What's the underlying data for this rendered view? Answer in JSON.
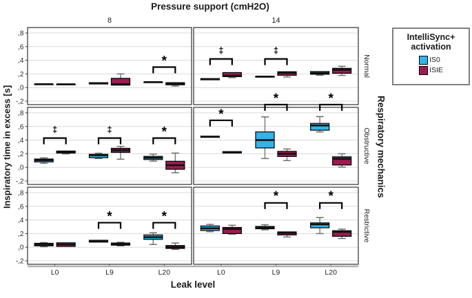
{
  "figure": {
    "title": "Pressure support (cmH2O)",
    "xlabel": "Leak level",
    "ylabel": "Inspiratory time in excess [s]",
    "row_axis_title": "Respiratory mechanics"
  },
  "legend": {
    "title_line1": "IntelliSync+",
    "title_line2": "activation",
    "items": [
      {
        "label": "IS0",
        "color": "#33B3E8"
      },
      {
        "label": "ISIE",
        "color": "#9C1B50"
      }
    ]
  },
  "chart_data": {
    "type": "grouped_boxplot_facets",
    "title": "Pressure support (cmH2O)",
    "xlabel": "Leak level",
    "ylabel": "Inspiratory time in excess [s]",
    "facet_cols": [
      "8",
      "14"
    ],
    "facet_rows": [
      "Normal",
      "Obstructive",
      "Restrictive"
    ],
    "row_axis_title": "Respiratory mechanics",
    "categories": [
      "L0",
      "L9",
      "L20"
    ],
    "series": [
      "IS0",
      "ISIE"
    ],
    "series_colors": [
      "#33B3E8",
      "#9C1B50"
    ],
    "ytick_labels": [
      ",8",
      ",6",
      ",4",
      ",2",
      ",0",
      "-,2"
    ],
    "ytick_values": [
      0.8,
      0.6,
      0.4,
      0.2,
      0.0,
      -0.2
    ],
    "ylim": [
      -0.25,
      0.88
    ],
    "grid": true,
    "legend_position": "right",
    "box_format": [
      "whisker_low",
      "q1",
      "median",
      "q3",
      "whisker_high"
    ],
    "panels": [
      {
        "row": "Normal",
        "col": "8",
        "boxes": {
          "IS0": [
            [
              0.05,
              0.05,
              0.05,
              0.05,
              0.05
            ],
            [
              0.05,
              0.052,
              0.062,
              0.072,
              0.075
            ],
            [
              0.08,
              0.08,
              0.08,
              0.08,
              0.08
            ]
          ],
          "ISIE": [
            [
              0.048,
              0.048,
              0.048,
              0.048,
              0.048
            ],
            [
              0.03,
              0.035,
              0.05,
              0.135,
              0.2
            ],
            [
              0.022,
              0.04,
              0.06,
              0.072,
              0.075
            ]
          ]
        },
        "significance": [
          {
            "category": "L20",
            "symbol": "*",
            "bracket_y": 0.3,
            "symbol_y": 0.42
          }
        ]
      },
      {
        "row": "Normal",
        "col": "14",
        "boxes": {
          "IS0": [
            [
              0.105,
              0.113,
              0.122,
              0.132,
              0.135
            ],
            [
              0.148,
              0.152,
              0.16,
              0.168,
              0.17
            ],
            [
              0.18,
              0.195,
              0.212,
              0.235,
              0.238
            ]
          ],
          "ISIE": [
            [
              0.145,
              0.16,
              0.175,
              0.22,
              0.225
            ],
            [
              0.155,
              0.18,
              0.215,
              0.232,
              0.235
            ],
            [
              0.178,
              0.21,
              0.26,
              0.282,
              0.312
            ]
          ]
        },
        "significance": [
          {
            "category": "L0",
            "symbol": "‡",
            "bracket_y": 0.42,
            "symbol_y": 0.54
          },
          {
            "category": "L9",
            "symbol": "‡",
            "bracket_y": 0.42,
            "symbol_y": 0.54
          }
        ]
      },
      {
        "row": "Obstructive",
        "col": "8",
        "boxes": {
          "IS0": [
            [
              0.06,
              0.08,
              0.105,
              0.123,
              0.14
            ],
            [
              0.13,
              0.142,
              0.178,
              0.192,
              0.208
            ],
            [
              0.092,
              0.115,
              0.14,
              0.162,
              0.195
            ]
          ],
          "ISIE": [
            [
              0.198,
              0.21,
              0.222,
              0.24,
              0.248
            ],
            [
              0.12,
              0.22,
              0.252,
              0.28,
              0.308
            ],
            [
              -0.078,
              -0.028,
              0.032,
              0.09,
              0.21
            ]
          ]
        },
        "significance": [
          {
            "category": "L0",
            "symbol": "‡",
            "bracket_y": 0.43,
            "symbol_y": 0.55
          },
          {
            "category": "L9",
            "symbol": "‡",
            "bracket_y": 0.43,
            "symbol_y": 0.55
          },
          {
            "category": "L20",
            "symbol": "*",
            "bracket_y": 0.43,
            "symbol_y": 0.55
          }
        ]
      },
      {
        "row": "Obstructive",
        "col": "14",
        "boxes": {
          "IS0": [
            [
              0.435,
              0.44,
              0.45,
              0.458,
              0.462
            ],
            [
              0.13,
              0.285,
              0.4,
              0.52,
              0.74
            ],
            [
              0.52,
              0.545,
              0.615,
              0.645,
              0.745
            ]
          ],
          "ISIE": [
            [
              0.205,
              0.21,
              0.22,
              0.232,
              0.238
            ],
            [
              0.1,
              0.16,
              0.2,
              0.235,
              0.27
            ],
            [
              0.005,
              0.035,
              0.125,
              0.155,
              0.2
            ]
          ]
        },
        "significance": [
          {
            "category": "L0",
            "symbol": "*",
            "bracket_y": 0.69,
            "symbol_y": 0.81
          },
          {
            "category": "L9",
            "symbol": "*",
            "bracket_y": 0.92,
            "symbol_y": 1.04
          },
          {
            "category": "L20",
            "symbol": "*",
            "bracket_y": 0.92,
            "symbol_y": 1.04
          }
        ]
      },
      {
        "row": "Restrictive",
        "col": "8",
        "boxes": {
          "IS0": [
            [
              0.008,
              0.02,
              0.038,
              0.058,
              0.068
            ],
            [
              0.068,
              0.075,
              0.09,
              0.102,
              0.108
            ],
            [
              0.04,
              0.115,
              0.148,
              0.18,
              0.212
            ]
          ],
          "ISIE": [
            [
              0.005,
              0.012,
              0.04,
              0.065,
              0.072
            ],
            [
              0.02,
              0.03,
              0.048,
              0.062,
              0.072
            ],
            [
              -0.032,
              -0.018,
              0.002,
              0.025,
              0.062
            ]
          ]
        },
        "significance": [
          {
            "category": "L9",
            "symbol": "*",
            "bracket_y": 0.36,
            "symbol_y": 0.48
          },
          {
            "category": "L20",
            "symbol": "*",
            "bracket_y": 0.36,
            "symbol_y": 0.48
          }
        ]
      },
      {
        "row": "Restrictive",
        "col": "14",
        "boxes": {
          "IS0": [
            [
              0.228,
              0.245,
              0.278,
              0.312,
              0.335
            ],
            [
              0.255,
              0.27,
              0.285,
              0.305,
              0.33
            ],
            [
              0.2,
              0.285,
              0.335,
              0.357,
              0.435
            ]
          ],
          "ISIE": [
            [
              0.19,
              0.2,
              0.268,
              0.29,
              0.322
            ],
            [
              0.15,
              0.18,
              0.21,
              0.225,
              0.228
            ],
            [
              0.128,
              0.16,
              0.225,
              0.242,
              0.265
            ]
          ]
        },
        "significance": [
          {
            "category": "L9",
            "symbol": "*",
            "bracket_y": 0.65,
            "symbol_y": 0.78
          },
          {
            "category": "L20",
            "symbol": "*",
            "bracket_y": 0.65,
            "symbol_y": 0.78
          }
        ]
      }
    ]
  }
}
